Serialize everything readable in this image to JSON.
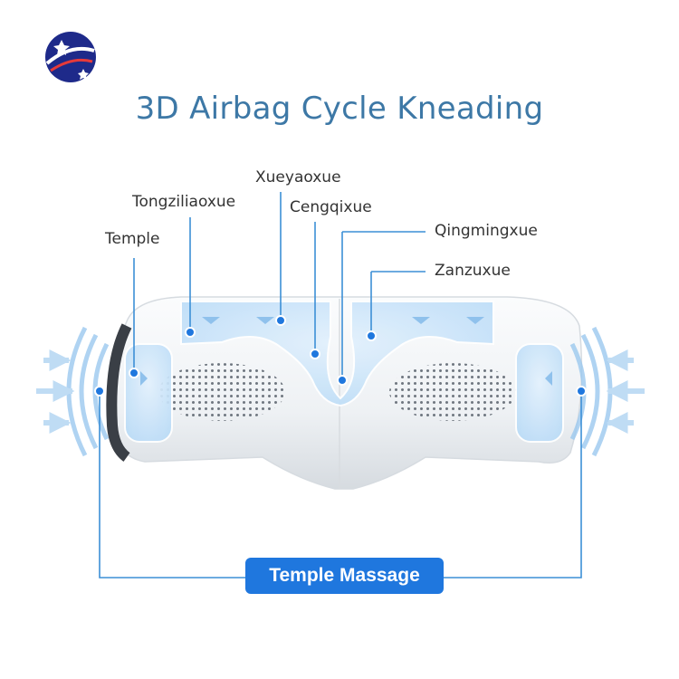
{
  "title": "3D Airbag Cycle Kneading",
  "labels": {
    "temple": "Temple",
    "tongziliaoxue": "Tongziliaoxue",
    "xueyaoxue": "Xueyaoxue",
    "cengqixue": "Cengqixue",
    "qingmingxue": "Qingmingxue",
    "zanzuxue": "Zanzuxue"
  },
  "badge": "Temple Massage",
  "colors": {
    "accent": "#1f77de",
    "title": "#3d78a6",
    "callout_line": "#3c8fd6",
    "airbag": "#d3e9fb"
  }
}
